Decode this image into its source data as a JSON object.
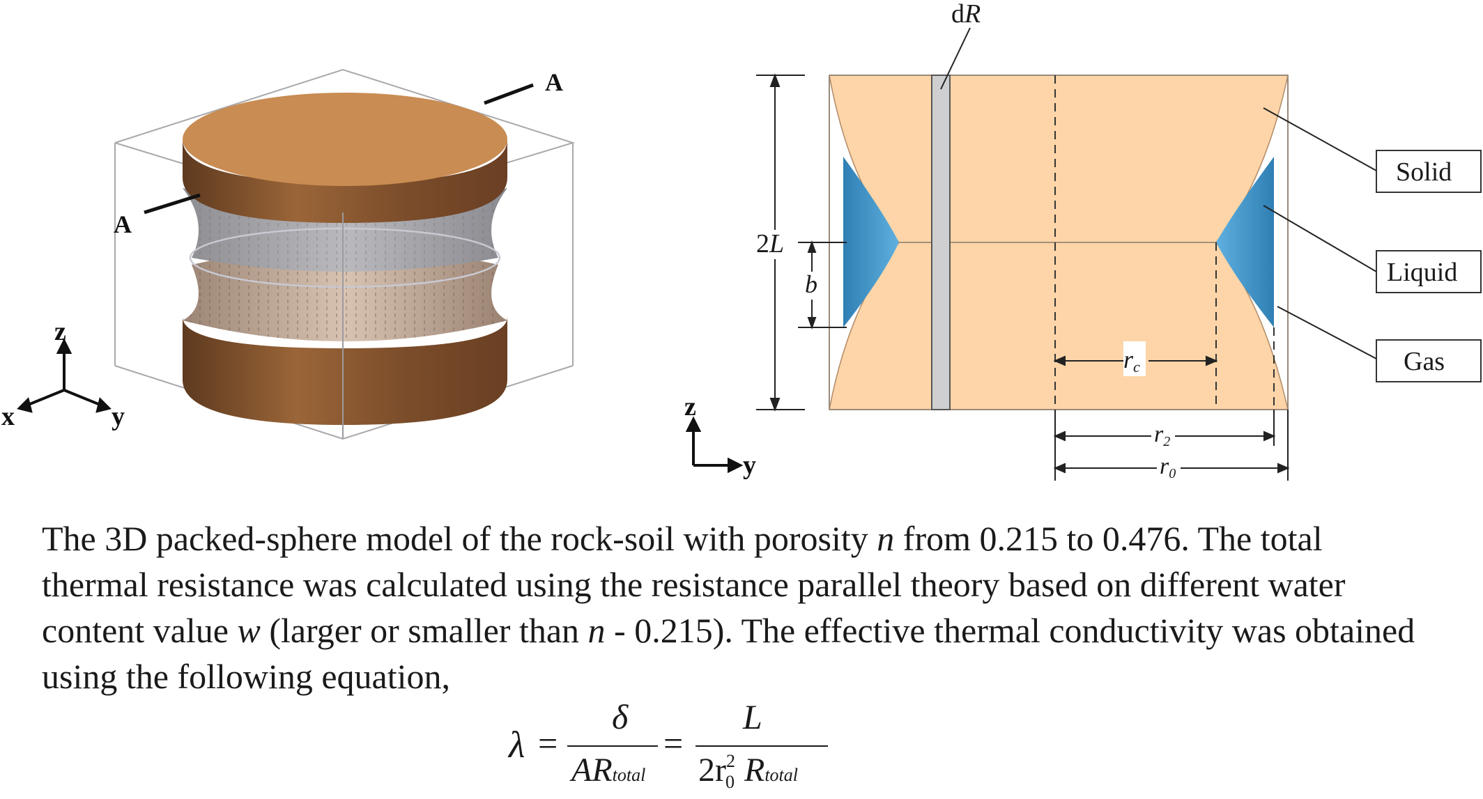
{
  "left_diagram": {
    "label_a_top": "A",
    "label_a_side": "A",
    "axes": {
      "z": "z",
      "x": "x",
      "y": "y"
    }
  },
  "right_diagram": {
    "label_dR": "dR",
    "label_2L": "2L",
    "label_b": "b",
    "label_rc": "rc",
    "label_r2": "r2",
    "label_r0": "r0",
    "legend": {
      "solid": "Solid",
      "liquid": "Liquid",
      "gas": "Gas"
    },
    "axes": {
      "z": "z",
      "y": "y"
    }
  },
  "colors": {
    "solid": "#fdd5a8",
    "liquid": "#3f8fc0",
    "sphere_top": "#c98c52",
    "sphere_dark": "#6e4526"
  },
  "caption": {
    "s1": "The 3D packed-sphere model of the rock-soil with porosity ",
    "n1": "n",
    "s2": " from 0.215 to 0.476. The total thermal resistance was calculated using the resistance parallel theory based on different water content value ",
    "w": "w",
    "s3": " (larger or smaller than ",
    "n2": "n",
    "s4": " - 0.215). The effective thermal conductivity was obtained using the following equation,"
  },
  "equation": {
    "lambda": "λ",
    "eq1": "=",
    "delta": "δ",
    "AR": "AR",
    "total1": "total",
    "eq2": "=",
    "L": "L",
    "two_r": "2r",
    "sub0": "0",
    "sup2": "2",
    "R": "R",
    "total2": "total"
  }
}
